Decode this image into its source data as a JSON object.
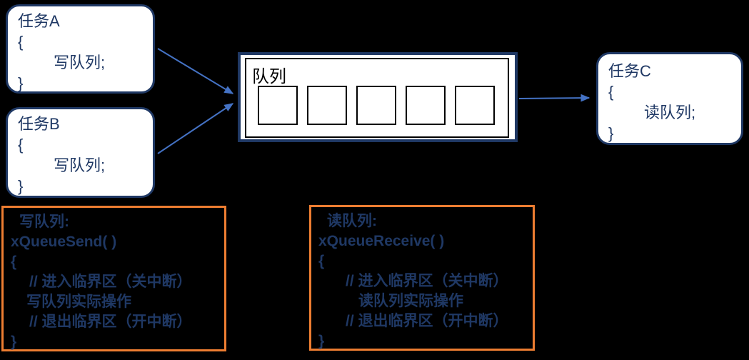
{
  "colors": {
    "background": "#000000",
    "node_border_and_text": "#1F3864",
    "arrow": "#4472C4",
    "code_box_border": "#ED7D31",
    "queue_ink": "#000000",
    "node_fill": "#FFFFFF"
  },
  "tasks": {
    "a": {
      "title": "任务A",
      "brace_open": "{",
      "body": "写队列;",
      "brace_close": "}"
    },
    "b": {
      "title": "任务B",
      "brace_open": "{",
      "body": "写队列;",
      "brace_close": "}"
    },
    "c": {
      "title": "任务C",
      "brace_open": "{",
      "body": "读队列;",
      "brace_close": "}"
    }
  },
  "queue": {
    "label": "队列",
    "slot_count": 5
  },
  "send_box": {
    "lines": [
      "写队列:",
      "xQueueSend( )",
      "{",
      "// 进入临界区（关中断）",
      "写队列实际操作",
      "// 退出临界区（开中断）",
      "}"
    ]
  },
  "receive_box": {
    "lines": [
      "读队列:",
      "xQueueReceive( )",
      "{",
      "// 进入临界区（关中断）",
      "读队列实际操作",
      "// 退出临界区（开中断）",
      "}"
    ]
  }
}
